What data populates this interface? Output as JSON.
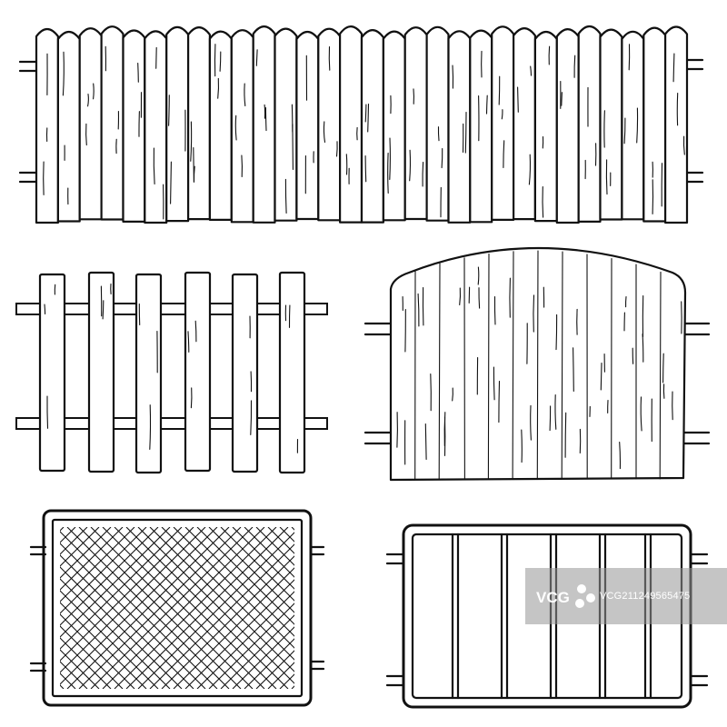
{
  "watermark": {
    "brand": "VCG",
    "id_text": "VCG211249565475"
  },
  "colors": {
    "ink": "#111111",
    "paper": "#ffffff",
    "watermark_band": "#969696"
  },
  "scene": {
    "fences": [
      {
        "name": "tall-picket-fence",
        "boards": 30,
        "style": "rounded-top planks"
      },
      {
        "name": "spaced-picket-fence",
        "boards": 6,
        "style": "separate slats on two rails"
      },
      {
        "name": "arched-wooden-panel",
        "boards": 12,
        "style": "arched top solid panel"
      },
      {
        "name": "wire-mesh-panel",
        "boards": 0,
        "style": "framed diagonal mesh"
      },
      {
        "name": "vertical-bar-panel",
        "boards": 5,
        "style": "framed vertical bars"
      }
    ]
  }
}
